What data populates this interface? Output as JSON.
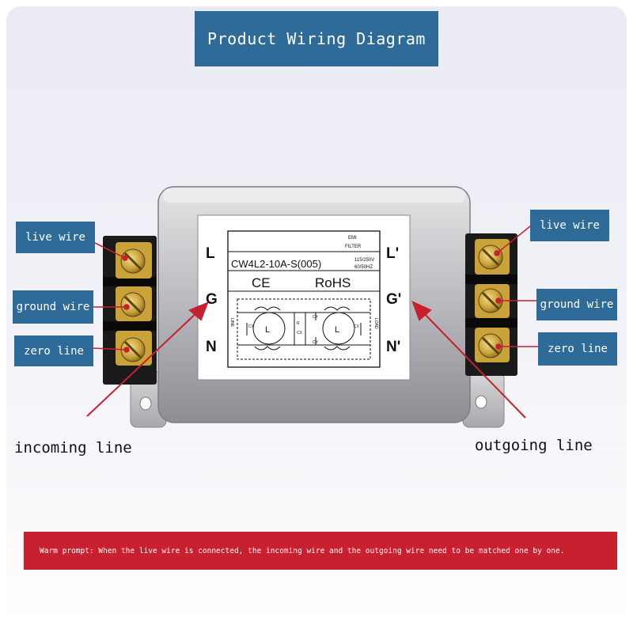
{
  "title": "Product Wiring Diagram",
  "left_labels": {
    "live": "live wire",
    "ground": "ground wire",
    "zero": "zero line"
  },
  "right_labels": {
    "live": "live wire",
    "ground": "ground wire",
    "zero": "zero line"
  },
  "incoming": "incoming line",
  "outgoing": "outgoing line",
  "terminals_left": [
    "L",
    "G",
    "N"
  ],
  "terminals_right": [
    "L'",
    "G'",
    "N'"
  ],
  "device_label": {
    "emi": "EMI",
    "filter": "FILTER",
    "model": "CW4L2-10A-S(005)",
    "voltage": "115/250V",
    "freq": "60/50HZ",
    "ce": "CE",
    "rohs": "RoHS",
    "line_side": "LINE",
    "load_side": "LOAD",
    "inductor": "L",
    "cx": "CX",
    "cy": "CY",
    "r": "R"
  },
  "warm_prompt": "Warm prompt: When the live wire is connected, the incoming wire and the outgoing wire need to be matched one by one.",
  "colors": {
    "label_bg": "#2e6b98",
    "prompt_bg": "#c8202f",
    "arrow": "#c8202f"
  }
}
